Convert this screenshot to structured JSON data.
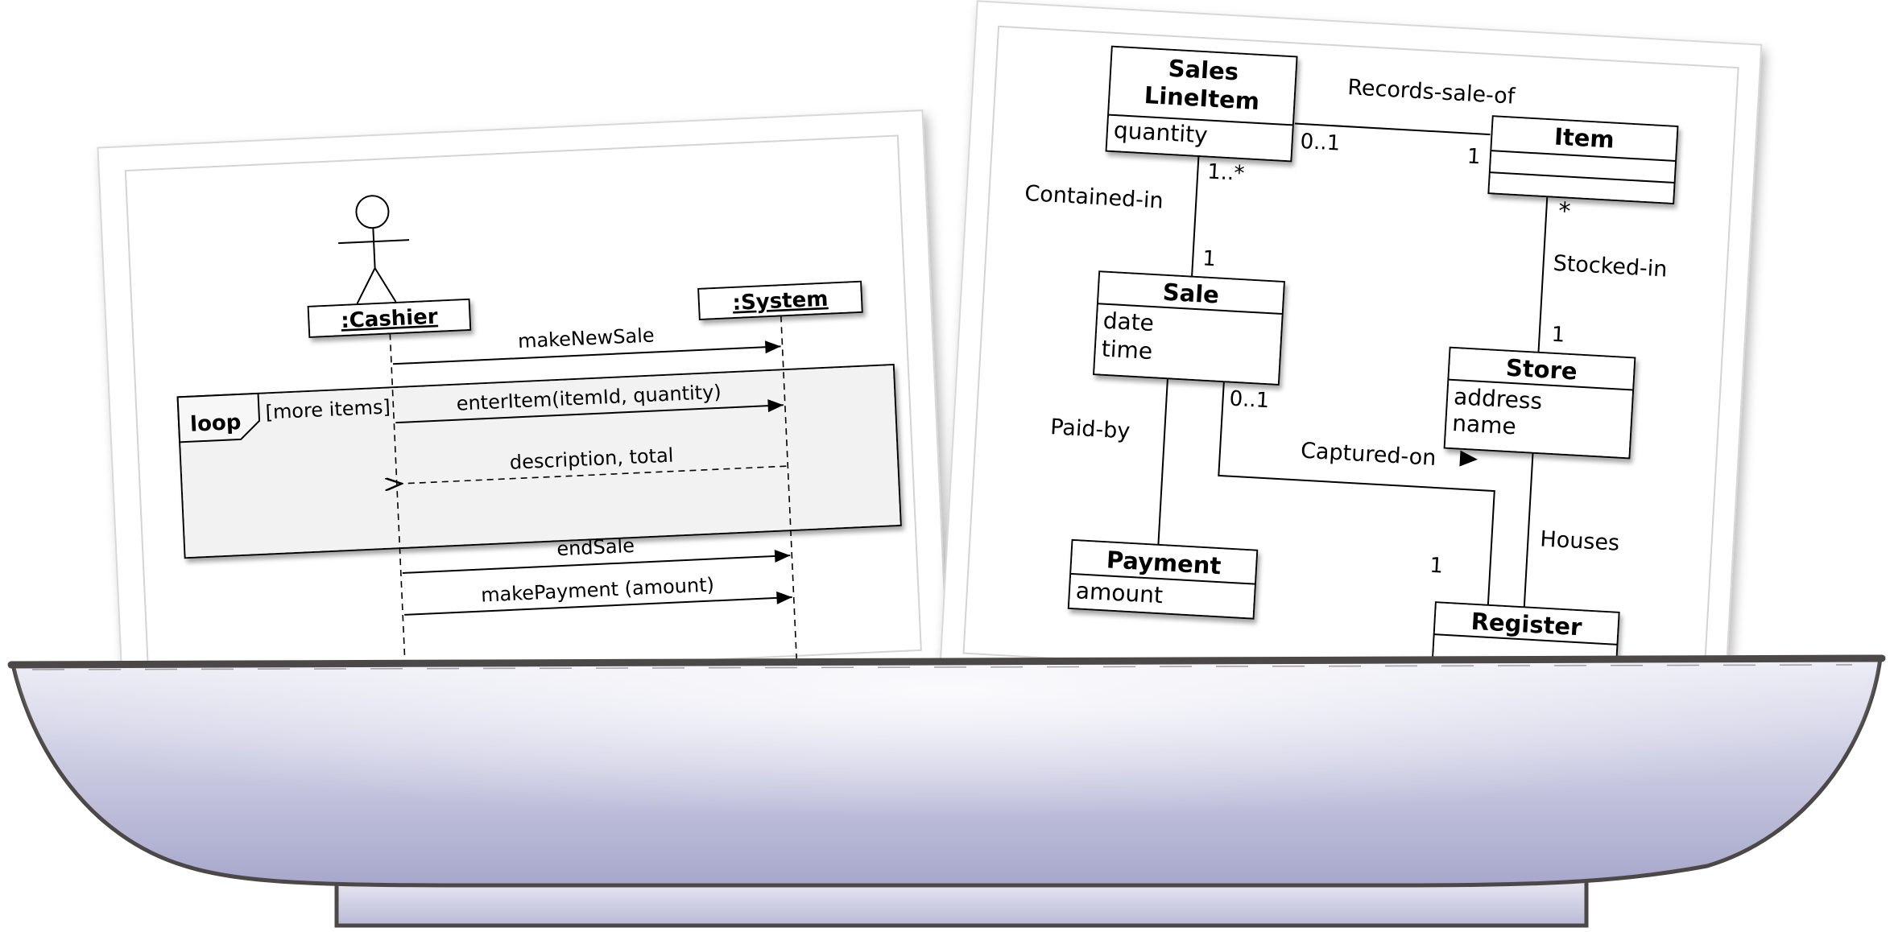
{
  "sequence_diagram": {
    "actor_label": ":Cashier",
    "system_label": ":System",
    "msg_make_new_sale": "makeNewSale",
    "loop_operator": "loop",
    "loop_guard": "[more items]",
    "msg_enter_item": "enterItem(itemId, quantity)",
    "msg_return": "description, total",
    "msg_end_sale": "endSale",
    "msg_make_payment": "makePayment (amount)"
  },
  "domain_model": {
    "sales_line_item": {
      "name_line1": "Sales",
      "name_line2": "LineItem",
      "attr_quantity": "quantity"
    },
    "item": {
      "name": "Item"
    },
    "sale": {
      "name": "Sale",
      "attr_date": "date",
      "attr_time": "time"
    },
    "store": {
      "name": "Store",
      "attr_address": "address",
      "attr_name": "name"
    },
    "payment": {
      "name": "Payment",
      "attr_amount": "amount"
    },
    "register": {
      "name": "Register"
    },
    "associations": {
      "records_sale_of": "Records-sale-of",
      "contained_in": "Contained-in",
      "stocked_in": "Stocked-in",
      "paid_by": "Paid-by",
      "captured_on": "Captured-on",
      "houses": "Houses"
    },
    "multiplicities": {
      "sli_item_near_sli": "0..1",
      "sli_item_near_item": "1",
      "sli_sale_near_sli": "1..*",
      "sli_sale_near_sale": "1",
      "item_store_near_item": "*",
      "item_store_near_store": "1",
      "sale_register_near_sale": "0..1",
      "sale_register_near_register": "1"
    }
  },
  "colors": {
    "bowl_top": "#e8e8f2",
    "bowl_bottom": "#a7a7cc",
    "bowl_rim": "#4d4848",
    "loop_fill": "#f2f2f2"
  }
}
